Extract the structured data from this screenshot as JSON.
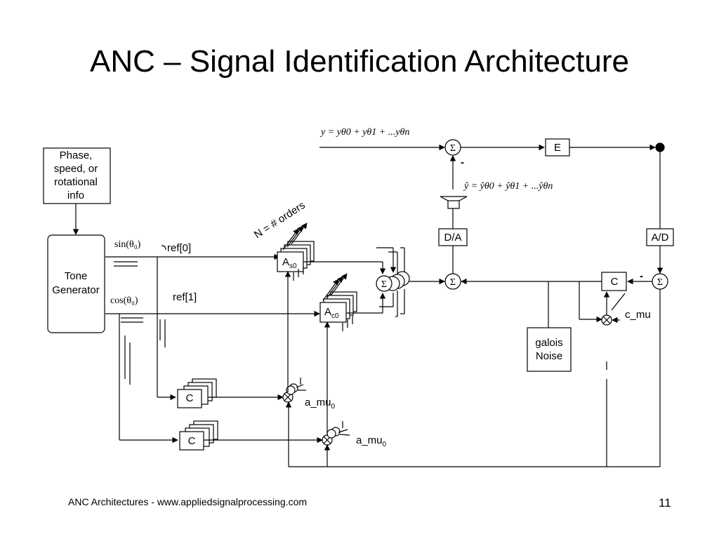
{
  "title": "ANC – Signal Identification Architecture",
  "footer": {
    "text": "ANC Architectures  - www.appliedsignalprocessing.com",
    "page_number": "11"
  },
  "diagram": {
    "phase_box_lines": [
      "Phase,",
      "speed, or",
      "rotational",
      "info"
    ],
    "tone_generator_lines": [
      "Tone",
      "Generator"
    ],
    "sin_label": "sin(θ₀)",
    "cos_label": "cos(θ₀)",
    "ref0_label": "ref[0]",
    "ref1_label": "ref[1]",
    "orders_label": "N = # orders",
    "a_s0_main": "A",
    "a_s0_sub": "s0",
    "a_c0_main": "A",
    "a_c0_sub": "c0",
    "sigma_symbol": "Σ",
    "e_label": "E",
    "da_label": "D/A",
    "ad_label": "A/D",
    "c_label": "C",
    "c_mu_label": "c_mu",
    "minus_sign": "-",
    "galois_lines": [
      "galois",
      "Noise"
    ],
    "a_mu_main": "a_mu",
    "a_mu_sub": "0",
    "y_equation": "y = yθ0 + yθ1 + ...yθn",
    "yhat_equation": "ŷ = ŷθ0 + ŷθ1 + ...ŷθn"
  }
}
